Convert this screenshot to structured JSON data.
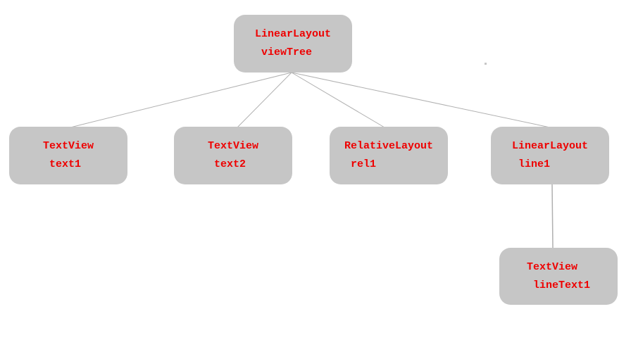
{
  "diagram": {
    "description": "Android view hierarchy tree",
    "nodes": {
      "viewTree": {
        "type": "LinearLayout",
        "id": "viewTree"
      },
      "text1": {
        "type": "TextView",
        "id": "text1"
      },
      "text2": {
        "type": "TextView",
        "id": "text2"
      },
      "rel1": {
        "type": "RelativeLayout",
        "id": "rel1"
      },
      "line1": {
        "type": "LinearLayout",
        "id": "line1"
      },
      "lineText1": {
        "type": "TextView",
        "id": "lineText1"
      }
    },
    "edges": [
      {
        "from": "viewTree",
        "to": "text1"
      },
      {
        "from": "viewTree",
        "to": "text2"
      },
      {
        "from": "viewTree",
        "to": "rel1"
      },
      {
        "from": "viewTree",
        "to": "line1"
      },
      {
        "from": "line1",
        "to": "lineText1"
      }
    ]
  },
  "colors": {
    "canvas_bg": "#ffffff",
    "node_fill": "#c6c6c6",
    "node_text": "#ee0000",
    "edge": "#b0b0b0"
  }
}
